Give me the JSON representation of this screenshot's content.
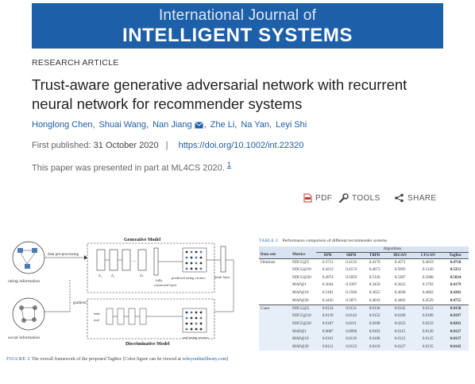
{
  "journal": {
    "line1": "International Journal of",
    "line2": "INTELLIGENT SYSTEMS",
    "bg_color": "#1d5fa8"
  },
  "article_type": "RESEARCH ARTICLE",
  "title_line1": "Trust-aware generative adversarial network with recurrent",
  "title_line2": "neural network for recommender systems",
  "authors": [
    "Honglong Chen",
    "Shuai Wang",
    "Nan Jiang",
    "Zhe Li",
    "Na Yan",
    "Leyi Shi"
  ],
  "authors_sep": ",",
  "first_published_label": "First published:",
  "first_published_date": "31 October 2020",
  "pub_separator": "|",
  "doi": "https://doi.org/10.1002/int.22320",
  "note_text": "This paper was presented in part at ML4CS 2020.",
  "note_ref": "1",
  "actions": {
    "pdf": "PDF",
    "tools": "TOOLS",
    "share": "SHARE"
  },
  "figure": {
    "caption_label": "FIGURE 2",
    "caption_text": "The overall framework of the proposed TagRec [Color figure can be viewed at",
    "caption_link": "wileyonlinelibrary.com",
    "caption_end": "]",
    "labels": {
      "generative_model": "Generative Model",
      "discriminative_model": "Discriminative Model",
      "data_preprocessing": "data pre-processing",
      "rating_information": "rating information",
      "social_information": "social information",
      "fully_connected": "fully",
      "fully_connected2": "connected layer",
      "predicted_rating_vectors": "predicted rating vectors",
      "mask_layer": "mask layer",
      "gradient": "gradient",
      "fake": "fake",
      "real": "real",
      "real_rating_vectors": "real rating vectors",
      "z1": "Z₁",
      "z2": "Z₂",
      "zk": "Zₖ"
    }
  },
  "table": {
    "title_label": "TABLE 2",
    "title_text": "Performance comparison of different recommender systems",
    "algorithms_header": "Algorithms",
    "columns": [
      "Data sets",
      "Metrics",
      "BPR",
      "SBPR",
      "TBPR",
      "IRGAN",
      "CFGAN",
      "TagRec"
    ],
    "groups": [
      {
        "dataset": "Filmtrust",
        "rows": [
          [
            "NDCG@5",
            "0.3711",
            "0.4133",
            "0.4179",
            "0.4571",
            "0.4619",
            "0.4718"
          ],
          [
            "NDCG@10",
            "0.4212",
            "0.4574",
            "0.4673",
            "0.5093",
            "0.5120",
            "0.5251"
          ],
          [
            "NDCG@20",
            "0.4974",
            "0.5059",
            "0.5120",
            "0.5307",
            "0.5608",
            "0.5824"
          ],
          [
            "MAP@1",
            "0.3044",
            "0.3397",
            "0.3450",
            "0.3622",
            "0.3792",
            "0.4179"
          ],
          [
            "MAP@10",
            "0.3181",
            "0.3566",
            "0.3655",
            "0.4038",
            "0.4062",
            "0.4282"
          ],
          [
            "MAP@20",
            "0.3445",
            "0.3871",
            "0.4033",
            "0.4403",
            "0.4529",
            "0.4755"
          ]
        ]
      },
      {
        "dataset": "Ciaos",
        "rows": [
          [
            "NDCG@5",
            "0.0124",
            "0.0131",
            "0.0136",
            "0.0145",
            "0.0152",
            "0.0158"
          ],
          [
            "NDCG@10",
            "0.0139",
            "0.0143",
            "0.0152",
            "0.0169",
            "0.0189",
            "0.0197"
          ],
          [
            "NDCG@20",
            "0.0187",
            "0.0211",
            "0.0208",
            "0.0223",
            "0.0232",
            "0.0261"
          ],
          [
            "MAP@1",
            "0.0087",
            "0.0096",
            "0.0103",
            "0.0115",
            "0.0120",
            "0.0127"
          ],
          [
            "MAP@10",
            "0.0101",
            "0.0110",
            "0.0108",
            "0.0121",
            "0.0125",
            "0.0137"
          ],
          [
            "MAP@20",
            "0.0112",
            "0.0123",
            "0.0118",
            "0.0127",
            "0.0135",
            "0.0142"
          ]
        ]
      }
    ]
  }
}
